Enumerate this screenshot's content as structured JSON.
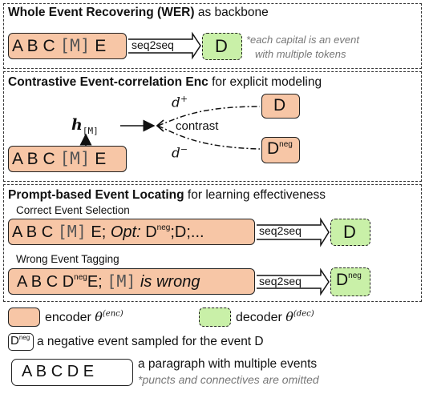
{
  "wer": {
    "title_bold": "Whole Event Recovering (WER)",
    "title_rest": " as backbone",
    "input": {
      "abc": "A B C ",
      "mask": "[M]",
      "end": " E"
    },
    "arrow_label": "seq2seq",
    "output": "D",
    "note_line1": "*each capital is an event",
    "note_line2": "with multiple tokens"
  },
  "cee": {
    "title_bold": "Contrastive Event-correlation Enc",
    "title_rest": " for explicit modeling",
    "h_symbol": "h",
    "h_sub": "[M]",
    "d_plus": "d",
    "d_plus_sup": "+",
    "d_minus": "d",
    "d_minus_sup": "−",
    "contrast_label": "contrast",
    "pos_event": "D",
    "neg_event": "D",
    "neg_sup": "neg",
    "input": {
      "abc": "A B C ",
      "mask": "[M]",
      "end": " E"
    }
  },
  "pel": {
    "title_bold": "Prompt-based Event Locating",
    "title_rest": " for learning effectiveness",
    "ces": {
      "label": "Correct Event Selection",
      "input_abc": "A B C ",
      "mask": "[M]",
      "input_e": " E; ",
      "opt": "Opt:",
      "d": " D",
      "neg_sup": "neg",
      "rest": ";D;...",
      "arrow_label": "seq2seq",
      "output": "D"
    },
    "wet": {
      "label": "Wrong Event Tagging",
      "input_abcd": "A B C D",
      "neg_sup": "neg",
      "input_e": "E; ",
      "mask": "[M]",
      "wrong": " is wrong",
      "arrow_label": "seq2seq",
      "output": "D",
      "output_sup": "neg"
    }
  },
  "legend": {
    "encoder_label": "encoder ",
    "encoder_theta": "θ",
    "encoder_sup": "(enc)",
    "decoder_label": "decoder ",
    "decoder_theta": "θ",
    "decoder_sup": "(dec)",
    "neg_box": "D",
    "neg_box_sup": "neg",
    "neg_desc": "a negative event sampled for the event D",
    "para_box": "A B C D E",
    "para_desc": "a paragraph with multiple events",
    "para_note": "*puncts and connectives are omitted"
  },
  "colors": {
    "encoder": "#f7c6a6",
    "decoder": "#c9f0a8"
  }
}
